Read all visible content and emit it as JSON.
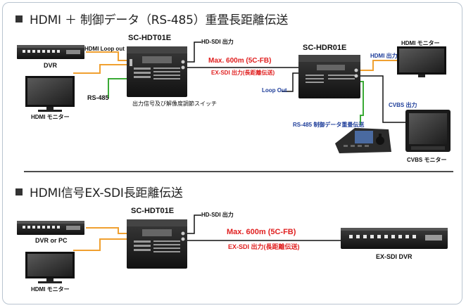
{
  "section1": {
    "title": "HDMI ＋ 制御データ（RS-485）重畳長距離伝送",
    "sc_hdt01e": "SC-HDT01E",
    "sc_hdr01e": "SC-HDR01E",
    "hd_sdi_out": "HD-SDI 出力",
    "hdmi_loop_out": "HDMI Loop out",
    "dvr": "DVR",
    "hdmi_monitor_left": "HDMI モニター",
    "rs485": "RS-485",
    "max_distance": "Max. 600m (5C-FB)",
    "ex_sdi_out_long": "EX-SDI 出力(長距離伝送)",
    "switch_caption": "出力信号及び解像度調節スイッチ",
    "loop_out": "Loop Out",
    "hdmi_out": "HDMI 出力",
    "hdmi_monitor_right": "HDMI モニター",
    "cvbs_out": "CVBS 出力",
    "rs485_control": "RS-485 制御データ重畳伝送",
    "cvbs_monitor": "CVBS モニター"
  },
  "section2": {
    "title": "HDMI信号EX-SDI長距離伝送",
    "sc_hdt01e": "SC-HDT01E",
    "hd_sdi_out": "HD-SDI 出力",
    "dvr_or_pc": "DVR or PC",
    "hdmi_monitor": "HDMI モニター",
    "max_distance": "Max. 600m (5C-FB)",
    "ex_sdi_out_long": "EX-SDI 出力(長距離伝送)",
    "ex_sdi_dvr": "EX-SDI DVR"
  },
  "colors": {
    "hdmi_cable": "#f0a030",
    "rs485_cable": "#3aaa35",
    "sdi_cable": "#111111",
    "label_blue": "#1f3e9a",
    "label_red": "#e02020"
  },
  "icons": {
    "transmitter": "sc-hdt01e-device-icon",
    "receiver": "sc-hdr01e-device-icon",
    "dvr": "dvr-recorder-icon",
    "monitor": "monitor-icon",
    "controller": "ptz-controller-icon"
  }
}
